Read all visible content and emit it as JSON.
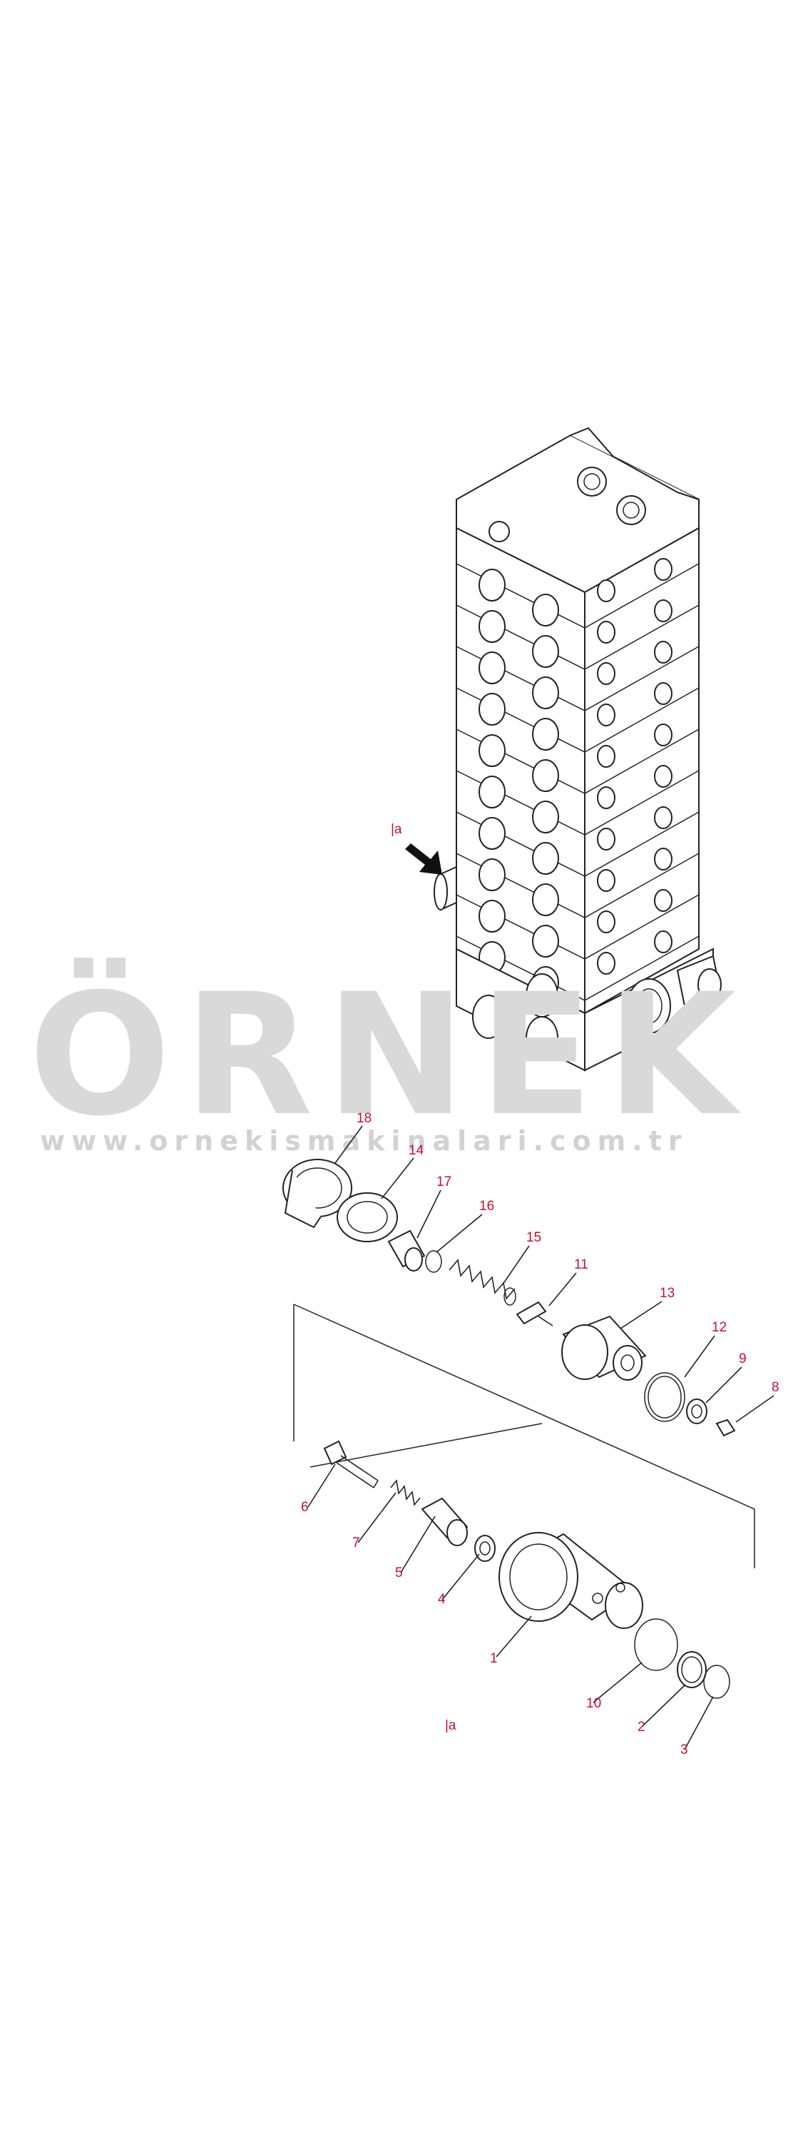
{
  "diagram": {
    "view_marker": "|a",
    "callouts": [
      "18",
      "14",
      "17",
      "16",
      "15",
      "11",
      "13",
      "12",
      "9",
      "8",
      "6",
      "7",
      "5",
      "4",
      "1",
      "10",
      "2",
      "3"
    ]
  },
  "watermark": {
    "brand": "ÖRNEK",
    "url": "www.ornekismakinalari.com.tr",
    "colors": {
      "letters": "#d9d9d9",
      "accent": "#f5c23a"
    }
  },
  "colors": {
    "callout": "#c8102e",
    "line": "#222222"
  }
}
